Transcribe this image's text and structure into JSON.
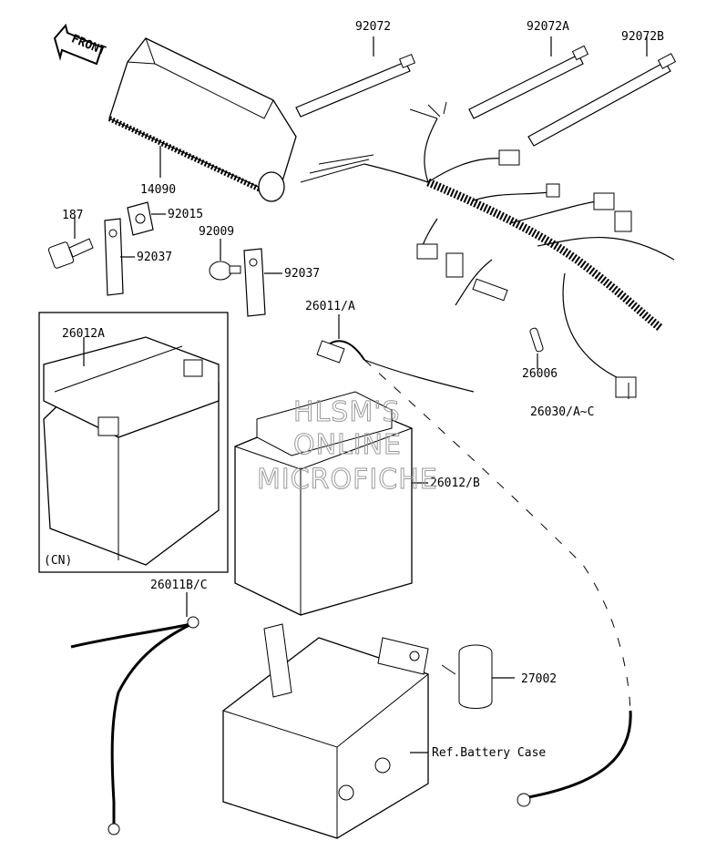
{
  "direction_label": "FRONT",
  "watermark": [
    "HLSM'S",
    "ONLINE",
    "MICROFICHE"
  ],
  "parts": {
    "p92072": "92072",
    "p92072A": "92072A",
    "p92072B": "92072B",
    "p14090": "14090",
    "p187": "187",
    "p92015": "92015",
    "p92037a": "92037",
    "p92009": "92009",
    "p92037b": "92037",
    "p26011A": "26011/A",
    "p26012A": "26012A",
    "p26006": "26006",
    "p26030": "26030/A~C",
    "p26012B": "26012/B",
    "pCN": "(CN)",
    "p26011BC": "26011B/C",
    "p27002": "27002",
    "pBattCase": "Ref.Battery Case"
  }
}
